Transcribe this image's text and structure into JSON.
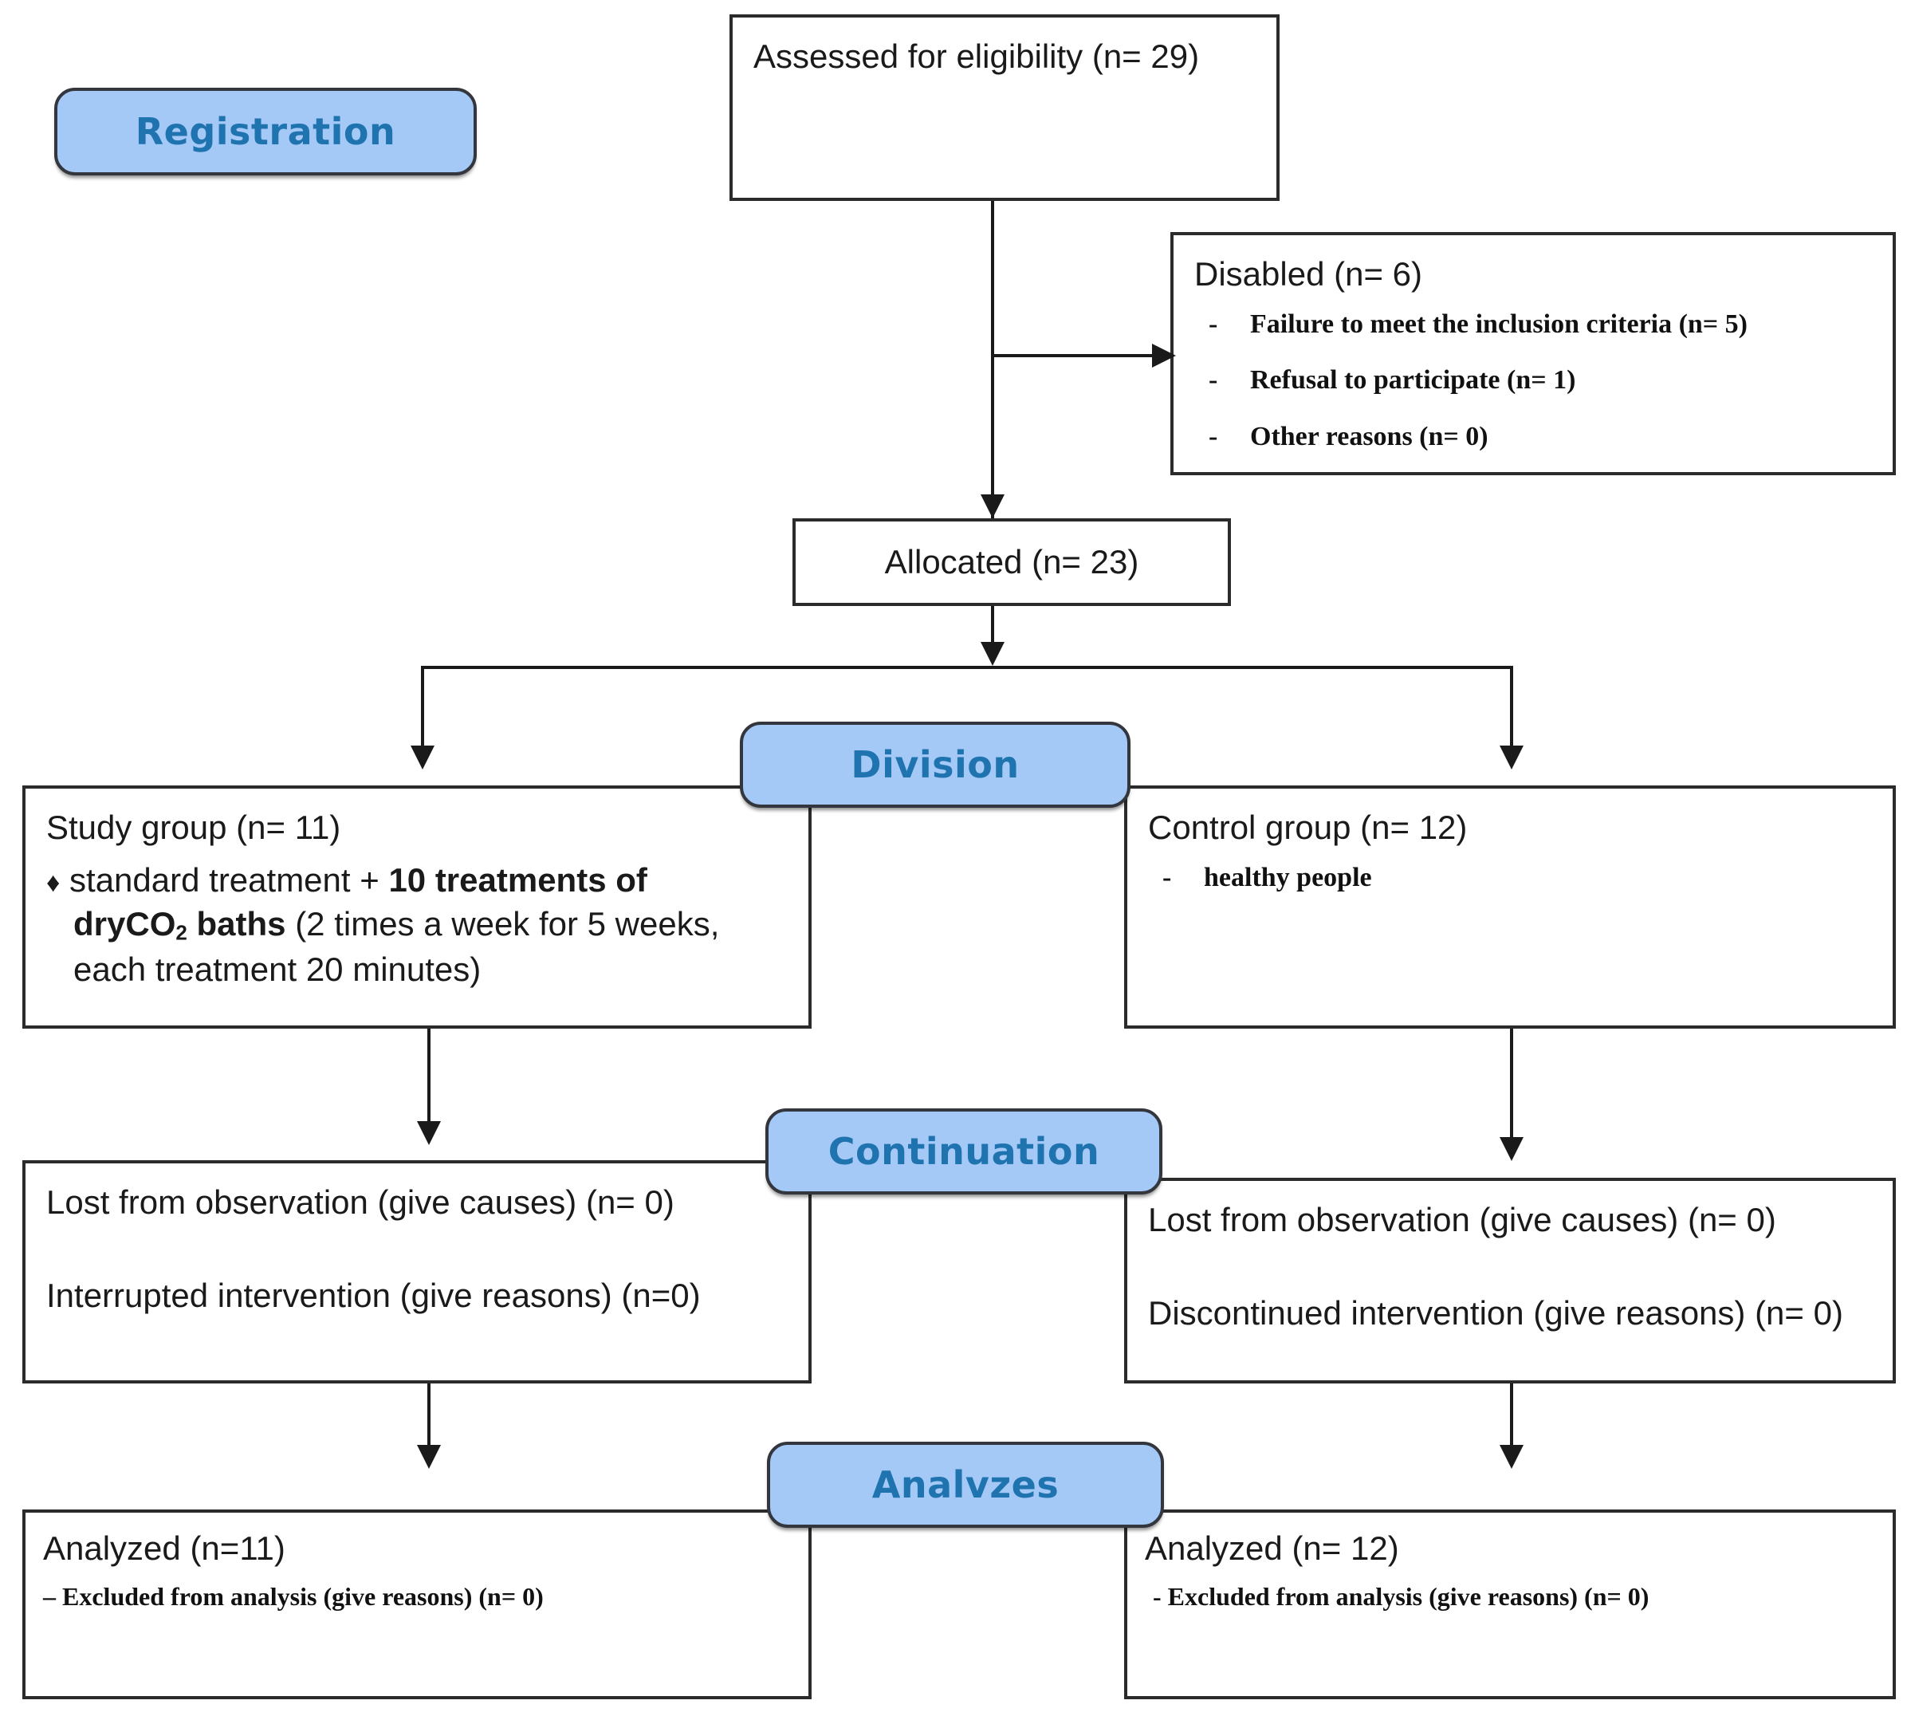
{
  "diagram": {
    "type": "consort-flow-diagram",
    "accent_color": "#a5c9f7",
    "badge_text_color": "#1f74b0",
    "box_border_color": "#2b2b2b"
  },
  "stages": {
    "registration": "Registration",
    "division": "Division",
    "continuation": "Continuation",
    "analyzes": "Analvzes"
  },
  "nodes": {
    "eligibility": {
      "title": "Assessed for eligibility (n= 29)"
    },
    "disabled": {
      "title": "Disabled (n= 6)",
      "reasons": [
        "Failure to meet the inclusion criteria (n= 5)",
        "Refusal to participate (n= 1)",
        "Other reasons (n= 0)"
      ]
    },
    "allocated": {
      "title": "Allocated (n= 23)"
    },
    "study_group": {
      "title": "Study group (n= 11)",
      "bullet_glyph": "♦",
      "detail_prefix": "standard treatment + ",
      "detail_bold_1": "10 treatments of dry",
      "detail_bold_2": "CO",
      "detail_bold_sub": "2",
      "detail_bold_3": " baths",
      "detail_suffix": " (2 times a week for 5 weeks, each treatment 20 minutes)"
    },
    "control_group": {
      "title": "Control group (n= 12)",
      "items": [
        "healthy people"
      ]
    },
    "continuation_left": {
      "line1": "Lost from observation (give causes) (n= 0)",
      "line2": "Interrupted intervention (give reasons) (n=0)"
    },
    "continuation_right": {
      "line1": "Lost from observation (give causes) (n= 0)",
      "line2": "Discontinued intervention (give reasons) (n= 0)"
    },
    "analyzed_left": {
      "title": "Analyzed (n=11)",
      "excluded": "– Excluded from analysis (give reasons) (n= 0)"
    },
    "analyzed_right": {
      "title": "Analyzed (n= 12)",
      "excluded": "- Excluded from analysis (give reasons) (n= 0)"
    }
  }
}
